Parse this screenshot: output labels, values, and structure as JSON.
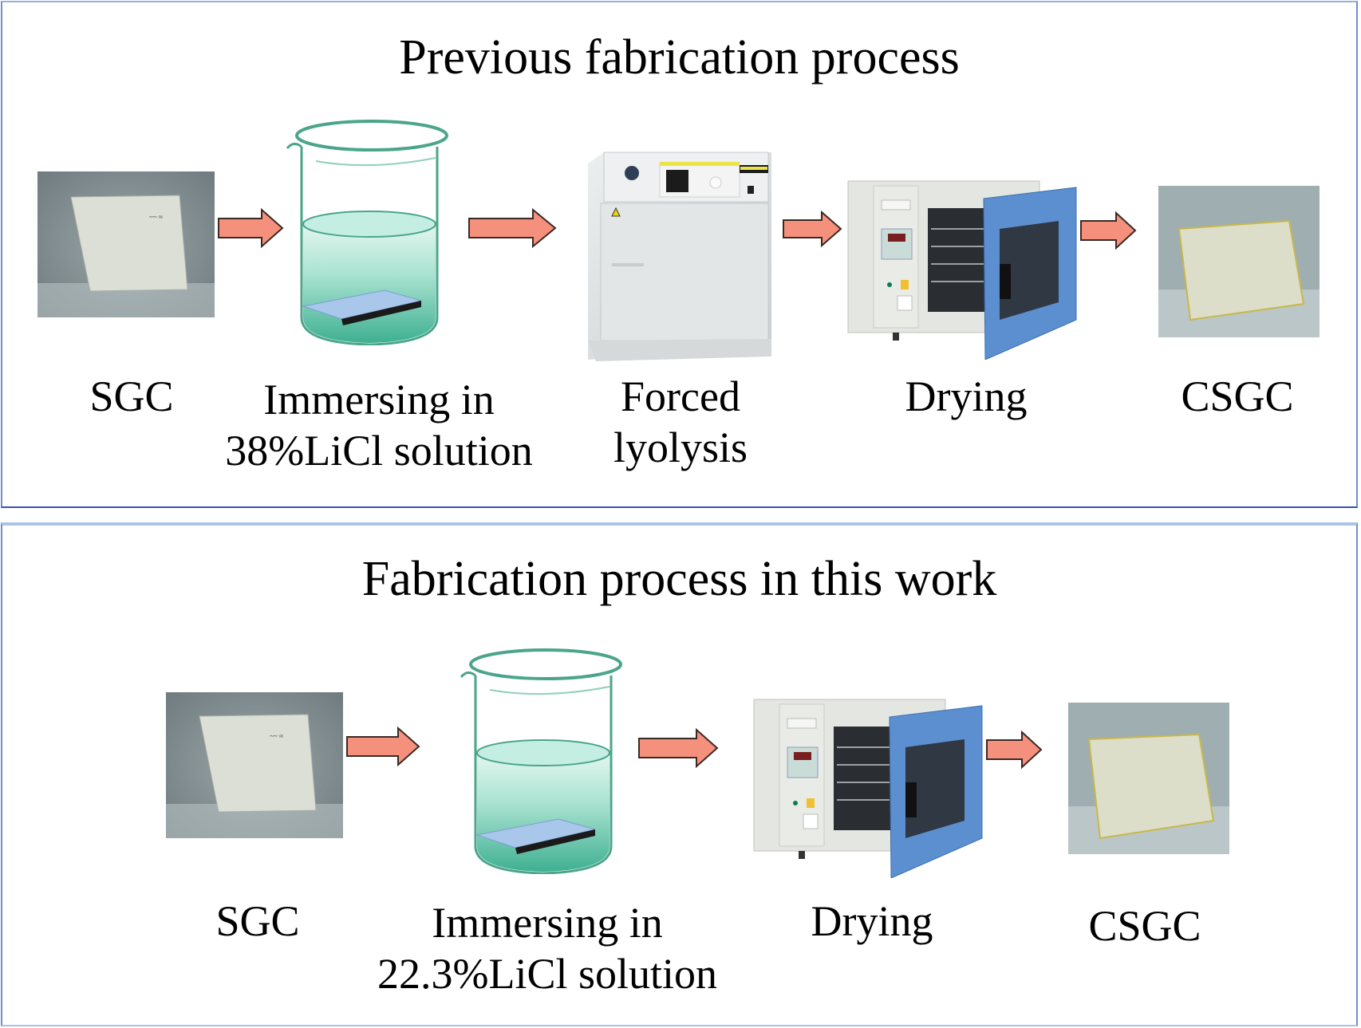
{
  "panels": [
    {
      "title": "Previous fabrication process",
      "steps": [
        {
          "icon": "sgc-sample-photo",
          "label_lines": [
            "SGC"
          ]
        },
        {
          "icon": "beaker-icon",
          "label_lines": [
            "Immersing in",
            "38%LiCl solution"
          ]
        },
        {
          "icon": "forced-lyolysis-oven-icon",
          "label_lines": [
            "Forced",
            "lyolysis"
          ]
        },
        {
          "icon": "drying-oven-icon",
          "label_lines": [
            "Drying"
          ]
        },
        {
          "icon": "csgc-sample-photo",
          "label_lines": [
            "CSGC"
          ]
        }
      ]
    },
    {
      "title": "Fabrication process in this work",
      "steps": [
        {
          "icon": "sgc-sample-photo",
          "label_lines": [
            "SGC"
          ]
        },
        {
          "icon": "beaker-icon",
          "label_lines": [
            "Immersing in",
            "22.3%LiCl solution"
          ]
        },
        {
          "icon": "drying-oven-icon",
          "label_lines": [
            "Drying"
          ]
        },
        {
          "icon": "csgc-sample-photo",
          "label_lines": [
            "CSGC"
          ]
        }
      ]
    }
  ],
  "colors": {
    "arrow_fill": "#f4907c",
    "border": "#6f8fd0",
    "liquid": "#7fd0b8",
    "oven_door": "#5b8fd0"
  }
}
